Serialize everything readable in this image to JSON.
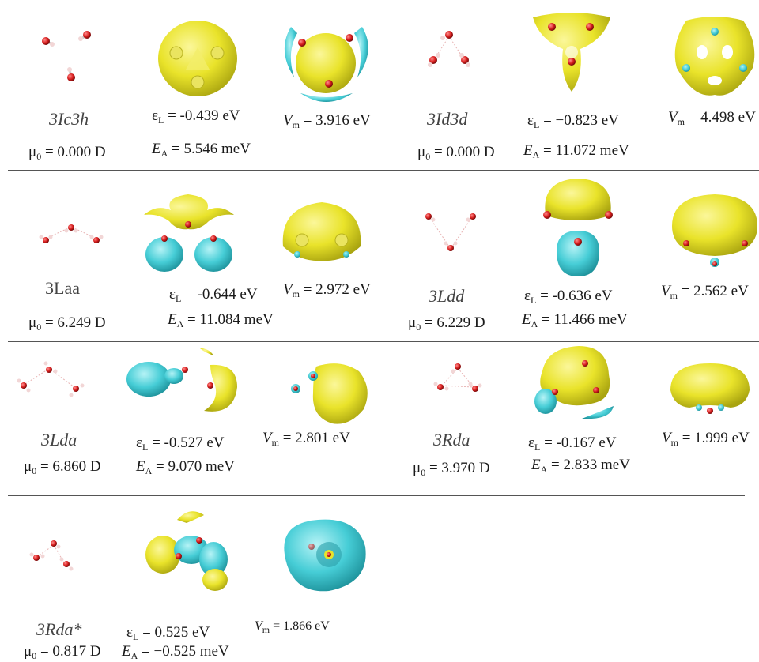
{
  "colors": {
    "positive_lobe": "#e9e32a",
    "negative_lobe": "#46cdd6",
    "oxygen": "#d81e1e",
    "hydrogen": "#f2d6d6"
  },
  "symbols": {
    "mu": "μ",
    "mu_sub": "0",
    "eps": "ε",
    "eps_sub": "L",
    "E": "E",
    "E_sub": "A",
    "V": "V",
    "V_sub": "m"
  },
  "panels": [
    {
      "id": "3Ic3h",
      "name": "3Ic3h",
      "mu": "= 0.000 D",
      "eps": "= -0.439 eV",
      "EA": "= 5.546 meV",
      "Vm": "= 3.916 eV"
    },
    {
      "id": "3Id3d",
      "name": "3Id3d",
      "mu": "= 0.000 D",
      "eps": "= −0.823 eV",
      "EA": "= 11.072 meV",
      "Vm": "= 4.498 eV"
    },
    {
      "id": "3Laa",
      "name": "3Laa",
      "mu": "= 6.249 D",
      "eps": "= -0.644 eV",
      "EA": "= 11.084 meV",
      "Vm": "= 2.972 eV"
    },
    {
      "id": "3Ldd",
      "name": "3Ldd",
      "mu": "= 6.229 D",
      "eps": "= -0.636 eV",
      "EA": "= 11.466 meV",
      "Vm": "= 2.562 eV"
    },
    {
      "id": "3Lda",
      "name": "3Lda",
      "mu": "= 6.860 D",
      "eps": "= -0.527 eV",
      "EA": "= 9.070 meV",
      "Vm": "= 2.801 eV"
    },
    {
      "id": "3Rda",
      "name": "3Rda",
      "mu": "= 3.970 D",
      "eps": "= -0.167 eV",
      "EA": "= 2.833 meV",
      "Vm": "= 1.999 eV"
    },
    {
      "id": "3Rda-star",
      "name": "3Rda*",
      "mu": "= 0.817 D",
      "eps": "= 0.525 eV",
      "EA": "= −0.525 meV",
      "Vm": "= 1.866 eV"
    }
  ]
}
